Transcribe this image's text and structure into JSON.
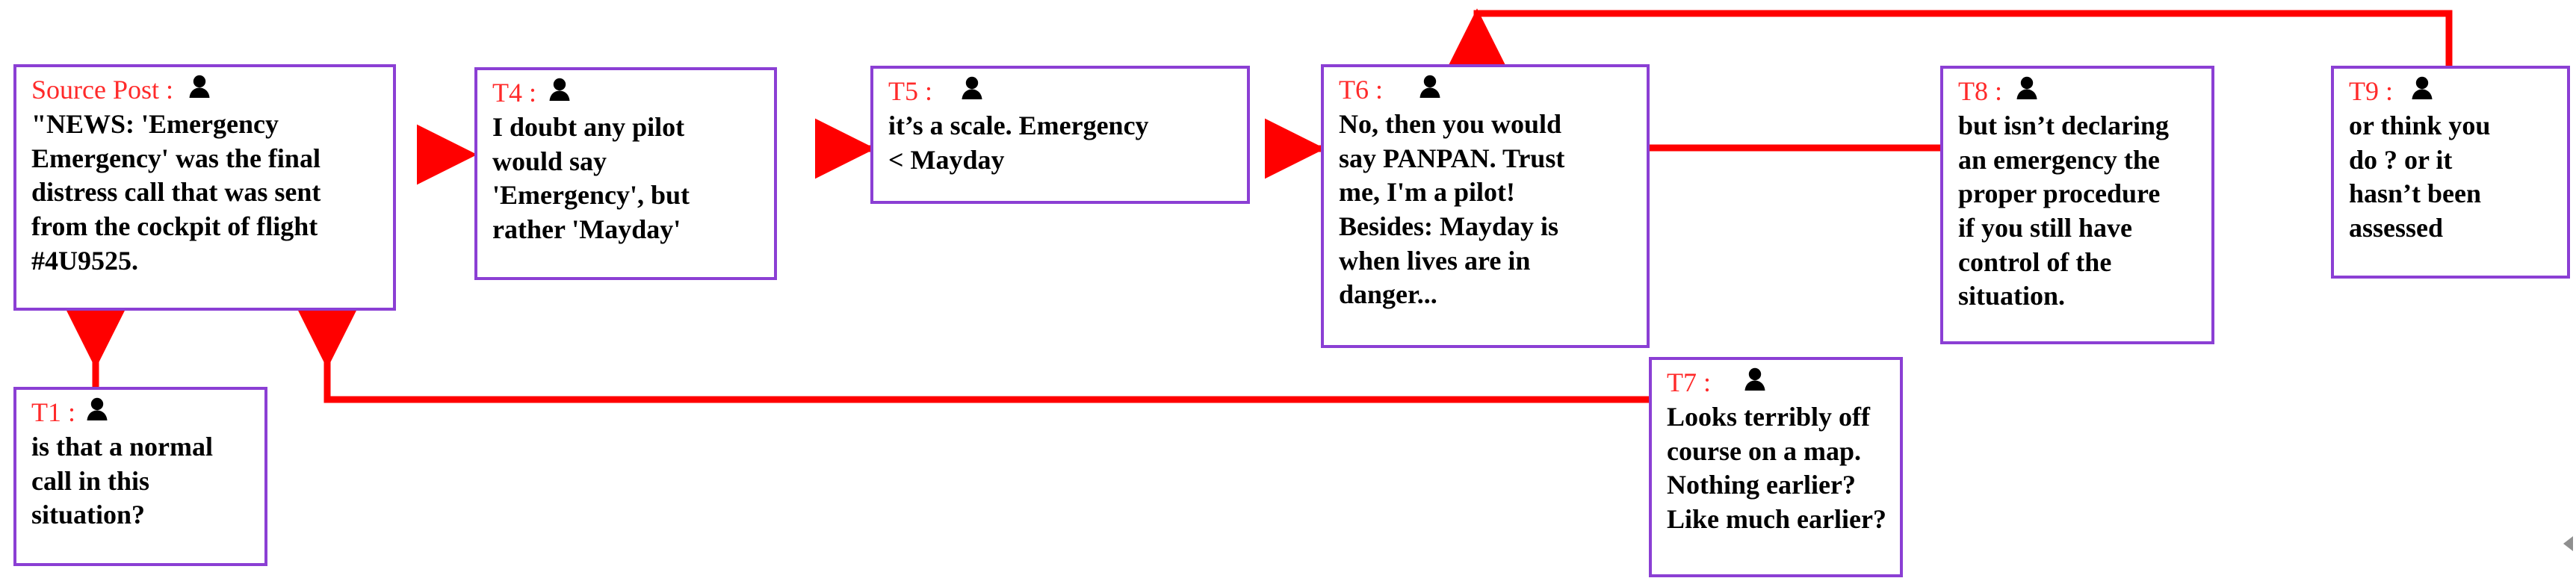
{
  "diagram": {
    "title": "Conversation thread reply tree",
    "colors": {
      "node_border": "#8b3fd4",
      "label_text": "#ff2a2a",
      "body_text": "#000000",
      "edge": "#ff0000",
      "background": "#ffffff"
    },
    "icon_names": {
      "avatar": "user-avatar-icon",
      "corner": "play-triangle-icon"
    },
    "nodes": [
      {
        "id": "source",
        "label": "Source Post :",
        "text": "\"NEWS: 'Emergency\nEmergency' was the final\ndistress call that was sent\nfrom the cockpit of flight\n#4U9525.",
        "icon": "user-avatar-icon"
      },
      {
        "id": "t4",
        "label": "T4 :",
        "text": "I doubt any pilot\nwould say\n'Emergency', but\nrather 'Mayday'",
        "icon": "user-avatar-icon"
      },
      {
        "id": "t5",
        "label": "T5 :",
        "text": "it’s a scale. Emergency\n< Mayday",
        "icon": "user-avatar-icon"
      },
      {
        "id": "t6",
        "label": "T6 :",
        "text": "No, then you would\nsay PANPAN. Trust\nme, I'm a pilot!\nBesides: Mayday is\nwhen lives  are in\ndanger...",
        "icon": "user-avatar-icon"
      },
      {
        "id": "t8",
        "label": "T8 :",
        "text": "but isn’t declaring\nan emergency the\nproper procedure\nif you still  have\ncontrol of the\nsituation.",
        "icon": "user-avatar-icon"
      },
      {
        "id": "t9",
        "label": "T9 :",
        "text": " or think you\ndo ? or it\nhasn’t been\nassessed",
        "icon": "user-avatar-icon"
      },
      {
        "id": "t1",
        "label": "T1 :",
        "text": "is that a normal\ncall in  this\nsituation?",
        "icon": "user-avatar-icon"
      },
      {
        "id": "t7",
        "label": "T7 :",
        "text": "Looks terribly off\ncourse on a map.\nNothing earlier?\nLike much earlier?",
        "icon": "user-avatar-icon"
      }
    ],
    "edges": [
      {
        "from": "t4",
        "to": "source",
        "style": "horizontal-arrow-left"
      },
      {
        "from": "t5",
        "to": "t4",
        "style": "horizontal-arrow-left"
      },
      {
        "from": "t6",
        "to": "t5",
        "style": "horizontal-arrow-left"
      },
      {
        "from": "t8",
        "to": "t6",
        "style": "horizontal-arrow-left"
      },
      {
        "from": "t9",
        "to": "t6",
        "style": "orthogonal-up-over-down"
      },
      {
        "from": "t1",
        "to": "source",
        "style": "vertical-arrow-up"
      },
      {
        "from": "t7",
        "to": "source",
        "style": "orthogonal-left-up"
      }
    ]
  }
}
